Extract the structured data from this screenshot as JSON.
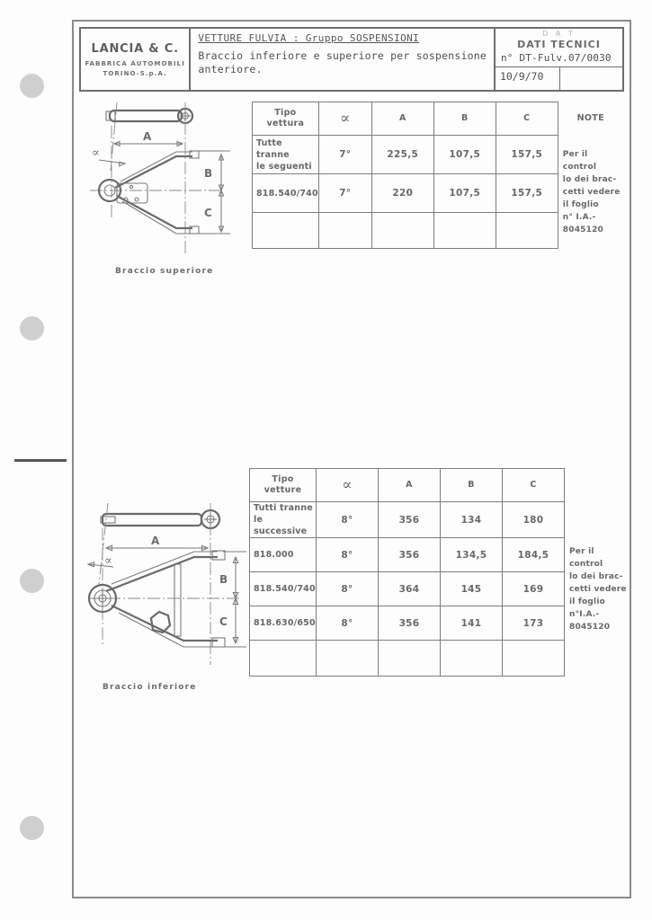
{
  "document": {
    "title_block": {
      "manufacturer": {
        "brand": "LANCIA & C.",
        "line2": "FABBRICA  AUTOMOBILI",
        "line3": "TORINO-S.p.A."
      },
      "description": {
        "heading": "VETTURE FULVIA : Gruppo SOSPENSIONI",
        "line1": "Braccio inferiore e superiore per sospensione",
        "line2": "anteriore."
      },
      "right": {
        "watermark": "D A T",
        "doc_type": "DATI TECNICI",
        "number": "n° DT-Fulv.07/0030",
        "date": "10/9/70",
        "blank": ""
      }
    },
    "sections": [
      {
        "name": "braccio-superiore",
        "caption": "Braccio superiore",
        "table": {
          "headers": [
            "Tipo\nvettura",
            "∝",
            "A",
            "B",
            "C"
          ],
          "headers_flat": [
            "Tipo vettura",
            "∝",
            "A",
            "B",
            "C"
          ],
          "note_header": "NOTE",
          "rows": [
            {
              "tipo": "Tutte tranne\nle seguenti",
              "tipo_l1": "Tutte tranne",
              "tipo_l2": "le seguenti",
              "alpha": "7°",
              "A": "225,5",
              "B": "107,5",
              "C": "157,5"
            },
            {
              "tipo": "818.540/740",
              "tipo_l1": "818.540/740",
              "tipo_l2": "",
              "alpha": "7°",
              "A": "220",
              "B": "107,5",
              "C": "157,5"
            },
            {
              "tipo": "",
              "tipo_l1": "",
              "tipo_l2": "",
              "alpha": "",
              "A": "",
              "B": "",
              "C": ""
            }
          ],
          "note_lines": [
            "Per il control",
            "lo dei brac-",
            "cetti vedere",
            "il foglio",
            "n° I.A.-",
            "8045120"
          ]
        },
        "drawing_labels": {
          "A": "A",
          "B": "B",
          "C": "C",
          "alpha": "∝"
        }
      },
      {
        "name": "braccio-inferiore",
        "caption": "Braccio inferiore",
        "table": {
          "headers": [
            "Tipo\nvetture",
            "∝",
            "A",
            "B",
            "C"
          ],
          "headers_flat": [
            "Tipo vetture",
            "∝",
            "A",
            "B",
            "C"
          ],
          "note_header": "",
          "rows": [
            {
              "tipo": "Tutti tranne\nle successive",
              "tipo_l1": "Tutti tranne",
              "tipo_l2": "le successive",
              "alpha": "8°",
              "A": "356",
              "B": "134",
              "C": "180"
            },
            {
              "tipo": "818.000",
              "tipo_l1": "818.000",
              "tipo_l2": "",
              "alpha": "8°",
              "A": "356",
              "B": "134,5",
              "C": "184,5"
            },
            {
              "tipo": "818.540/740",
              "tipo_l1": "818.540/740",
              "tipo_l2": "",
              "alpha": "8°",
              "A": "364",
              "B": "145",
              "C": "169"
            },
            {
              "tipo": "818.630/650",
              "tipo_l1": "818.630/650",
              "tipo_l2": "",
              "alpha": "8°",
              "A": "356",
              "B": "141",
              "C": "173"
            },
            {
              "tipo": "",
              "tipo_l1": "",
              "tipo_l2": "",
              "alpha": "",
              "A": "",
              "B": "",
              "C": ""
            }
          ],
          "note_lines": [
            "Per il control",
            "lo dei brac-",
            "cetti vedere",
            "il foglio",
            "n°I.A.-",
            " 8045120"
          ]
        },
        "drawing_labels": {
          "A": "A",
          "B": "B",
          "C": "C",
          "alpha": "∝"
        }
      }
    ]
  },
  "colors": {
    "ink": "#6d6d6d",
    "rule": "#7d7d7d",
    "page": "#fdfdfd",
    "hole": "#cfcfcf"
  }
}
